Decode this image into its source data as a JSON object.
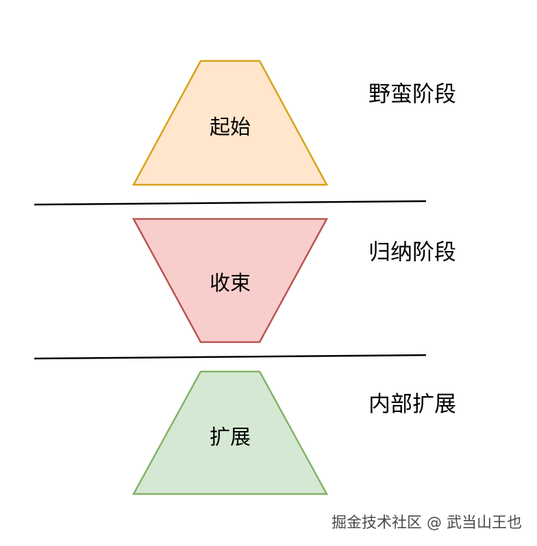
{
  "shapes": {
    "top": {
      "label": "起始",
      "fill": "#FFE6CC",
      "stroke": "#D6A216"
    },
    "middle": {
      "label": "收束",
      "fill": "#F8CECC",
      "stroke": "#B85450"
    },
    "bottom": {
      "label": "扩展",
      "fill": "#D5E8D4",
      "stroke": "#82B366"
    }
  },
  "stages": {
    "stage1": "野蛮阶段",
    "stage2": "归纳阶段",
    "stage3": "内部扩展"
  },
  "divider_color": "#000000",
  "watermark": "掘金技术社区 @ 武当山王也"
}
